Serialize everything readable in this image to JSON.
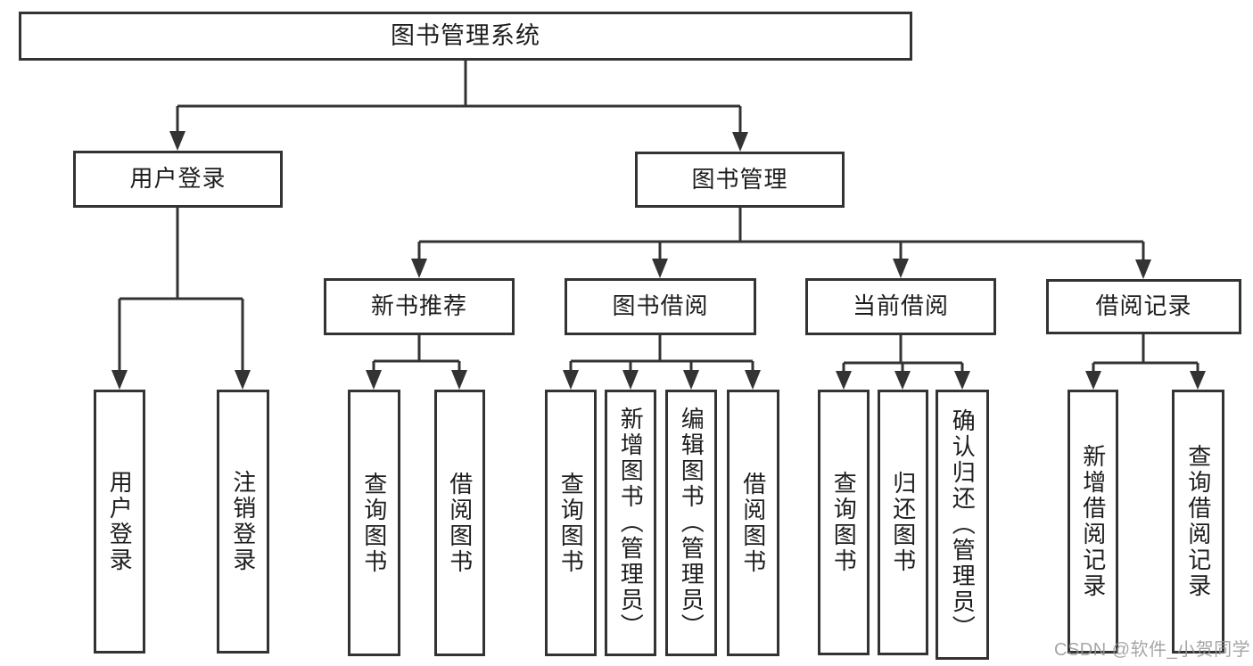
{
  "tree": {
    "label": "图书管理系统",
    "children": [
      {
        "label": "用户登录",
        "children": [
          {
            "label": "用户登录"
          },
          {
            "label": "注销登录"
          }
        ]
      },
      {
        "label": "图书管理",
        "children": [
          {
            "label": "新书推荐",
            "children": [
              {
                "label": "查询图书"
              },
              {
                "label": "借阅图书"
              }
            ]
          },
          {
            "label": "图书借阅",
            "children": [
              {
                "label": "查询图书"
              },
              {
                "label": "新增图书（管理员）"
              },
              {
                "label": "编辑图书（管理员）"
              },
              {
                "label": "借阅图书"
              }
            ]
          },
          {
            "label": "当前借阅",
            "children": [
              {
                "label": "查询图书"
              },
              {
                "label": "归还图书"
              },
              {
                "label": "确认归还（管理员）"
              }
            ]
          },
          {
            "label": "借阅记录",
            "children": [
              {
                "label": "新增借阅记录"
              },
              {
                "label": "查询借阅记录"
              }
            ]
          }
        ]
      }
    ]
  },
  "watermark": {
    "text": "CSDN @软件_小贺同学"
  },
  "colors": {
    "line": "#333333",
    "text": "#1d1d1d",
    "watermark": "#969696",
    "background": "#ffffff"
  }
}
